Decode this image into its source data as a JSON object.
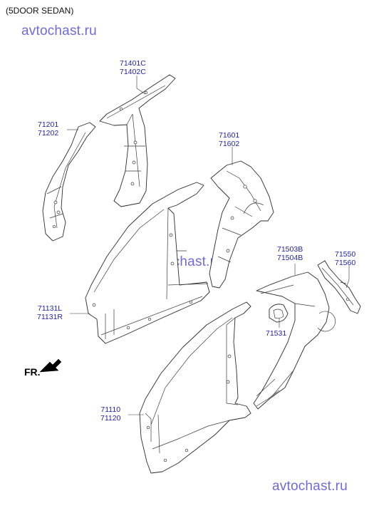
{
  "caption": "(5DOOR SEDAN)",
  "watermarks": [
    "avtochast.ru",
    "avtochast.ru",
    "avtochast.ru"
  ],
  "front_marker": {
    "label": "FR."
  },
  "callouts": [
    {
      "id": "c-71401",
      "lines": [
        "71401C",
        "71402C"
      ]
    },
    {
      "id": "c-71201",
      "lines": [
        "71201",
        "71202"
      ]
    },
    {
      "id": "c-71601",
      "lines": [
        "71601",
        "71602"
      ]
    },
    {
      "id": "c-71503",
      "lines": [
        "71503B",
        "71504B"
      ]
    },
    {
      "id": "c-71550",
      "lines": [
        "71550",
        "71560"
      ]
    },
    {
      "id": "c-71131",
      "lines": [
        "71131L",
        "71131R"
      ]
    },
    {
      "id": "c-71531",
      "lines": [
        "71531"
      ]
    },
    {
      "id": "c-71110",
      "lines": [
        "71110",
        "71120"
      ]
    }
  ],
  "colors": {
    "callout": "#1e1ea8",
    "watermark": "#6f6bd6",
    "line": "#2b2b2b"
  }
}
